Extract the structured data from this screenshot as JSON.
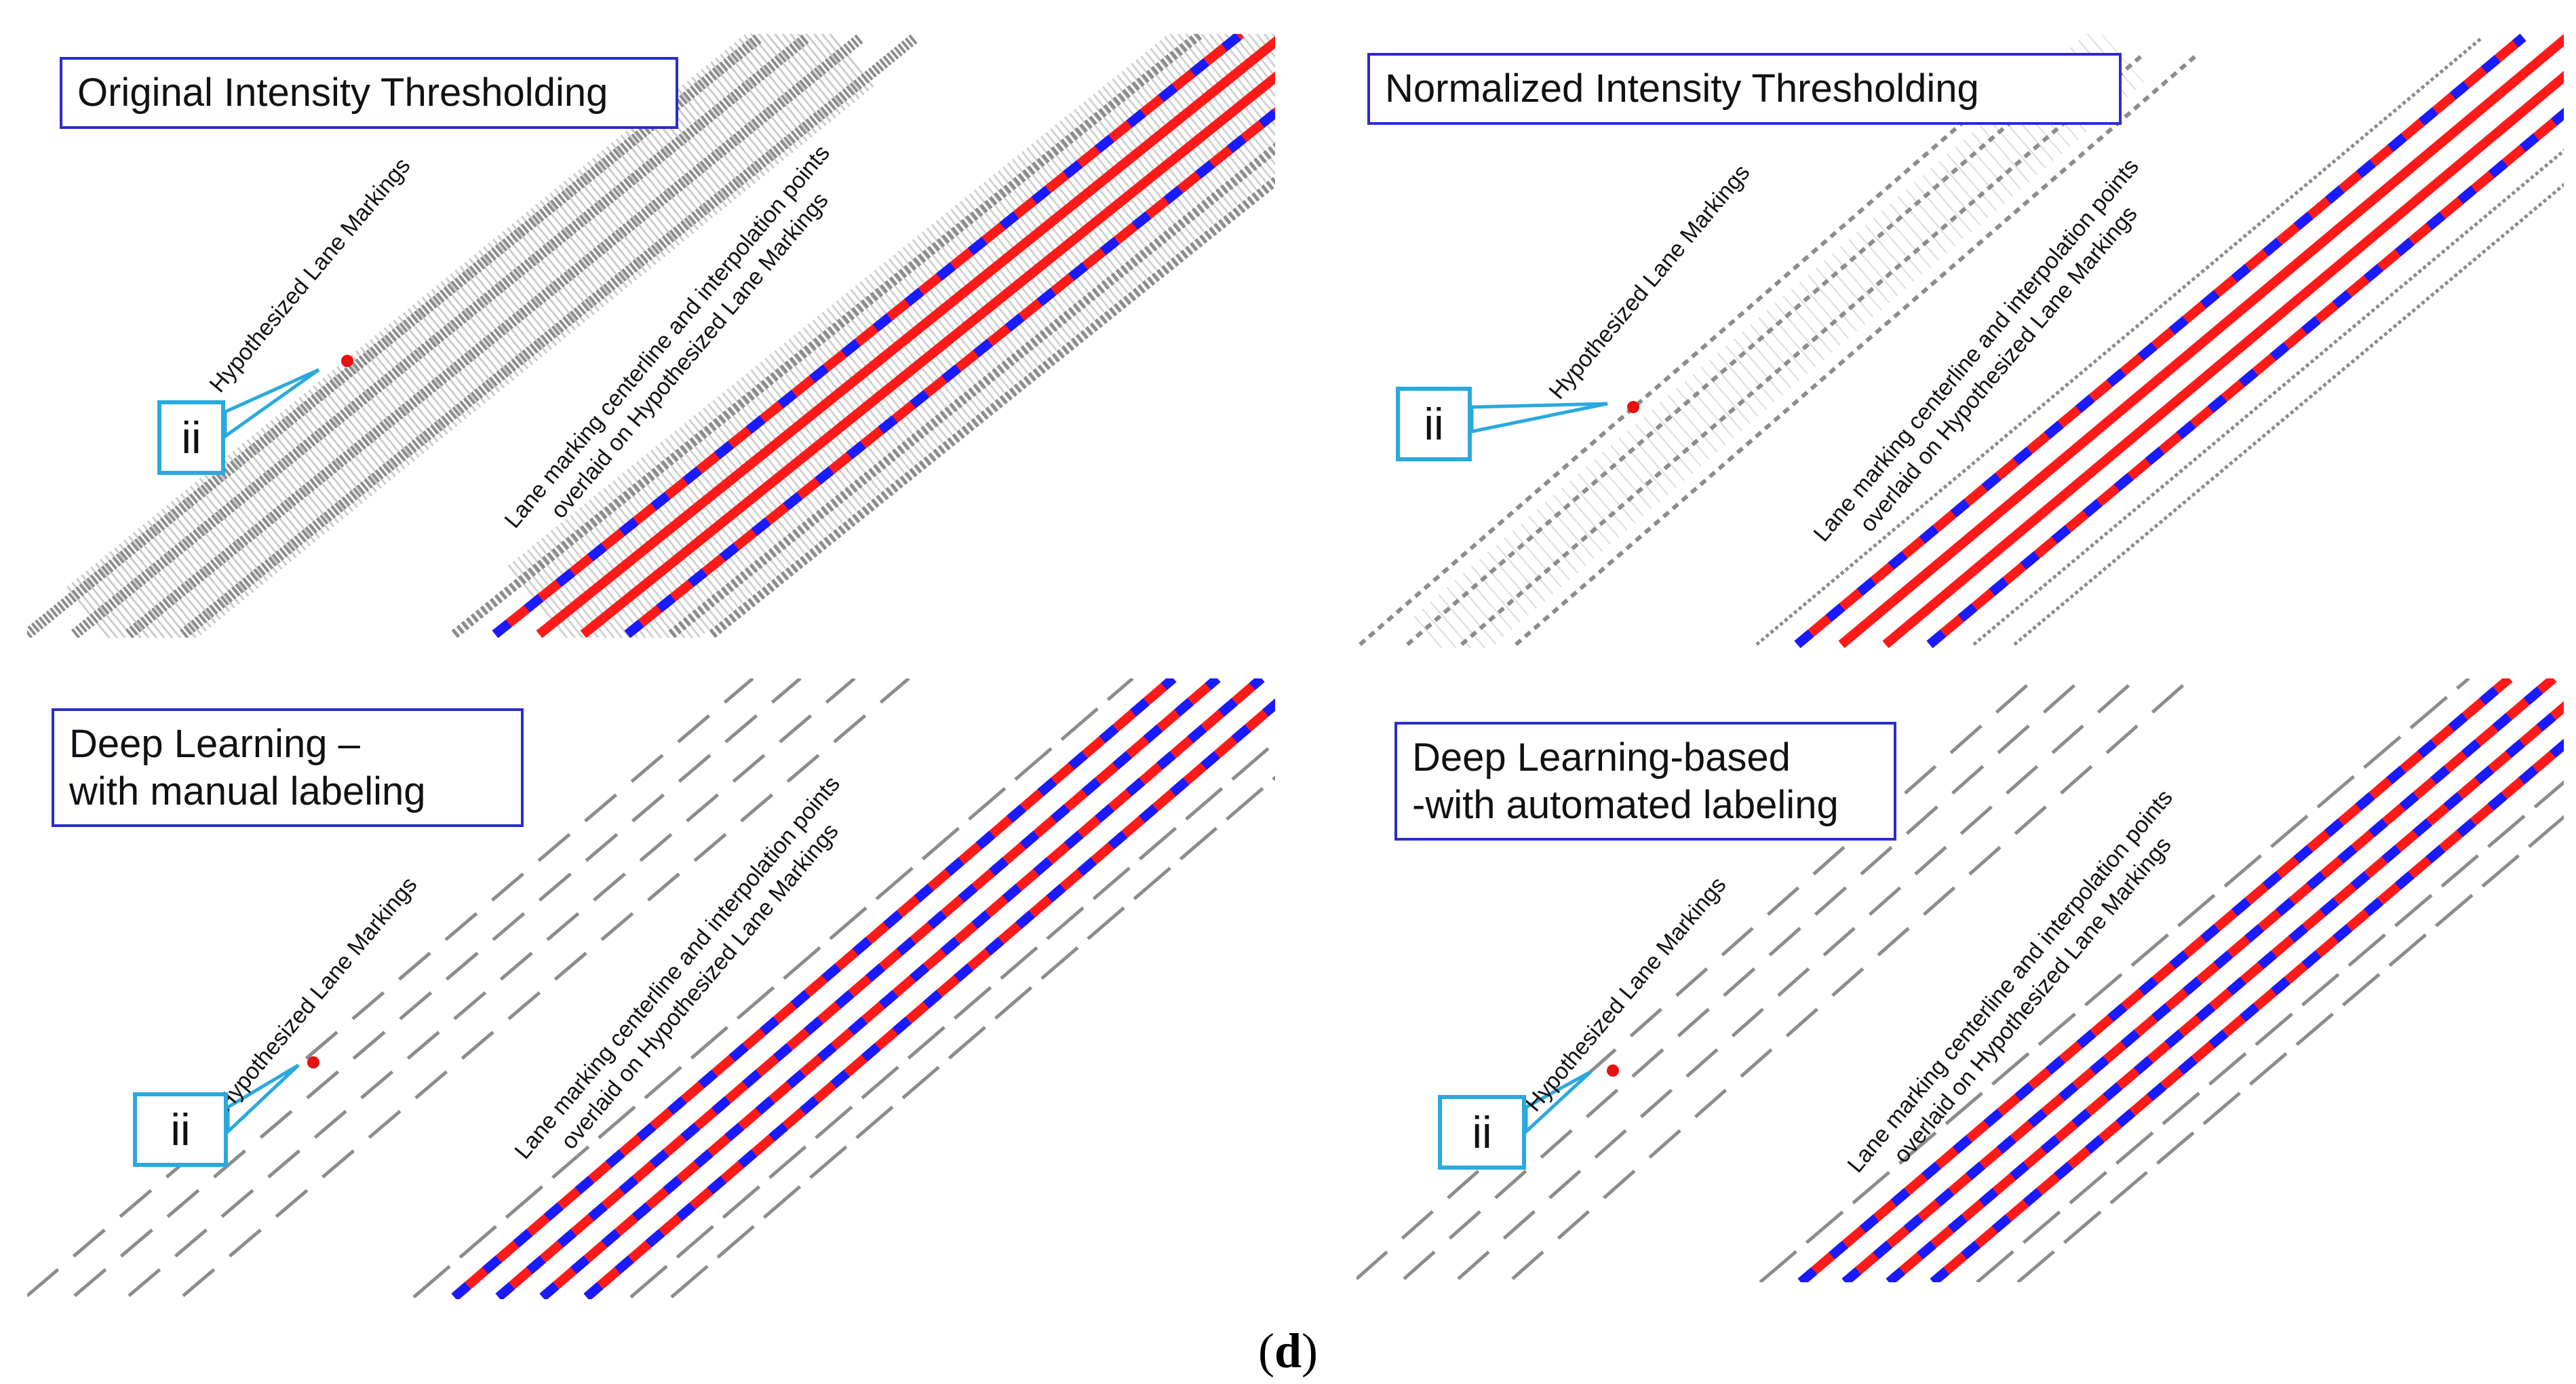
{
  "caption": {
    "open": "(",
    "letter": "d",
    "close": ")"
  },
  "colors": {
    "point_cloud": "#8c8c8c",
    "centerline": "#ff1a1a",
    "interpolation": "#1a1aff",
    "title_border": "#2b2bd0",
    "callout_border": "#2aa9de",
    "marker": "#e81010"
  },
  "panels": [
    {
      "title_lines": [
        "Original Intensity Thresholding"
      ],
      "hypothesized_label": "Hypothesized Lane Markings",
      "overlay_label_lines": [
        "Lane marking centerline and interpolation points",
        "overlaid on Hypothesized Lane Markings"
      ],
      "callout": "ii",
      "point_cloud_style": "dense-mesh"
    },
    {
      "title_lines": [
        "Normalized Intensity Thresholding"
      ],
      "hypothesized_label": "Hypothesized Lane Markings",
      "overlay_label_lines": [
        "Lane marking centerline and interpolation points",
        "overlaid on Hypothesized Lane Markings"
      ],
      "callout": "ii",
      "point_cloud_style": "sparse-noise"
    },
    {
      "title_lines": [
        "Deep Learning –",
        "with manual labeling"
      ],
      "hypothesized_label": "Hypothesized Lane Markings",
      "overlay_label_lines": [
        "Lane marking centerline and interpolation points",
        "overlaid on Hypothesized Lane Markings"
      ],
      "callout": "ii",
      "point_cloud_style": "clean-lines"
    },
    {
      "title_lines": [
        "Deep Learning-based",
        "-with automated labeling"
      ],
      "hypothesized_label": "Hypothesized Lane Markings",
      "overlay_label_lines": [
        "Lane marking centerline and interpolation points",
        "overlaid on Hypothesized Lane Markings"
      ],
      "callout": "ii",
      "point_cloud_style": "clean-lines"
    }
  ]
}
